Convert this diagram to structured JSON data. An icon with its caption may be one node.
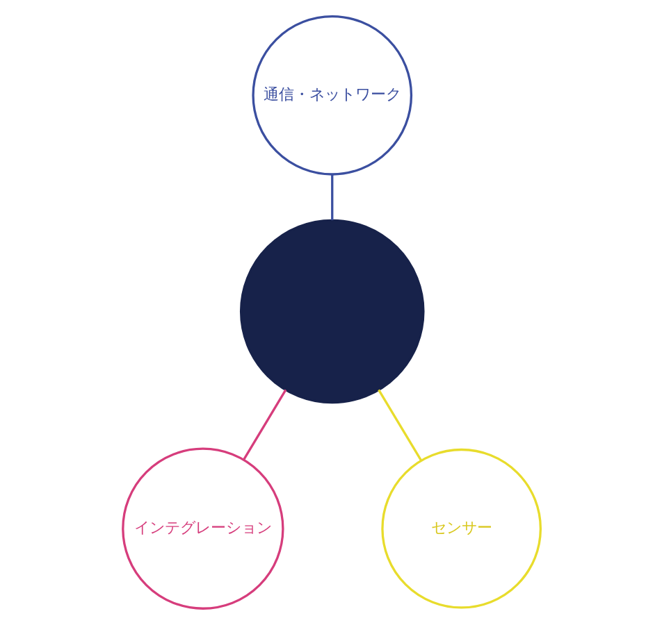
{
  "diagram": {
    "nodes": [
      {
        "text": [
          "通信・ネットワーク"
        ]
      },
      {
        "text": [],
        "shape": "circle"
      },
      {
        "text": [
          "インテグレーション"
        ]
      },
      {
        "text": [
          "センサー"
        ]
      }
    ],
    "edges": [
      {
        "from": 0,
        "to": 1,
        "arrow": "none",
        "color": "#3b4fa0"
      },
      {
        "from": 1,
        "to": 2,
        "arrow": "none",
        "color": "#d63d7c"
      },
      {
        "from": 1,
        "to": 3,
        "arrow": "none",
        "color": "#e8dc2c"
      }
    ]
  }
}
